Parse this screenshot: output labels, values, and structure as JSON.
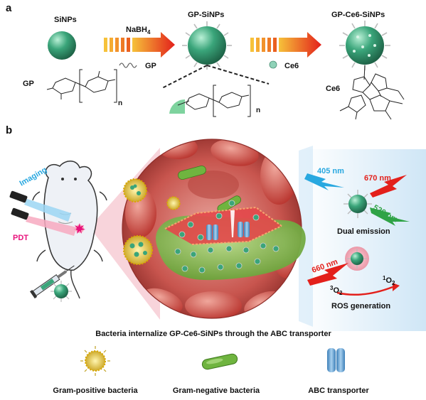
{
  "panel_a": {
    "label": "a",
    "sinps": "SiNPs",
    "reductant": "NaBH",
    "reductant_sub": "4",
    "gp_label": "GP",
    "gp_reactant": "GP",
    "gp_sinps": "GP-SiNPs",
    "ce6_reactant": "Ce6",
    "gp_ce6_sinps": "GP-Ce6-SiNPs",
    "ce6_label": "Ce6",
    "n_sub": "n"
  },
  "panel_b": {
    "label": "b",
    "imaging": "Imaging",
    "pdt": "PDT",
    "wl_405": "405 nm",
    "wl_670": "670 nm",
    "wl_520": "520 nm",
    "dual_emission": "Dual emission",
    "wl_660": "660 nm",
    "triplet_o2": "O",
    "triplet_o2_sup": "3",
    "triplet_o2_sub": "2",
    "singlet_o2": "O",
    "singlet_o2_sup": "1",
    "singlet_o2_sub": "2",
    "ros_generation": "ROS generation",
    "caption": "Bacteria internalize GP-Ce6-SiNPs through the ABC transporter"
  },
  "legend": {
    "gram_positive": "Gram-positive bacteria",
    "gram_negative": "Gram-negative bacteria",
    "abc_transporter": "ABC transporter"
  },
  "colors": {
    "nanoparticle": "#3aa57a",
    "arrow_start": "#f6c23a",
    "arrow_end": "#e3201b",
    "blood": "#c8554e",
    "gram_negative": "#6fb43f",
    "gram_positive": "#d9c33a",
    "transporter": "#6fa8d8",
    "light_blue": "#29a8e0",
    "light_red": "#e3201b",
    "light_green": "#2fa346",
    "pdt_pink": "#e8127c",
    "right_panel_bg": "#dceef9"
  }
}
